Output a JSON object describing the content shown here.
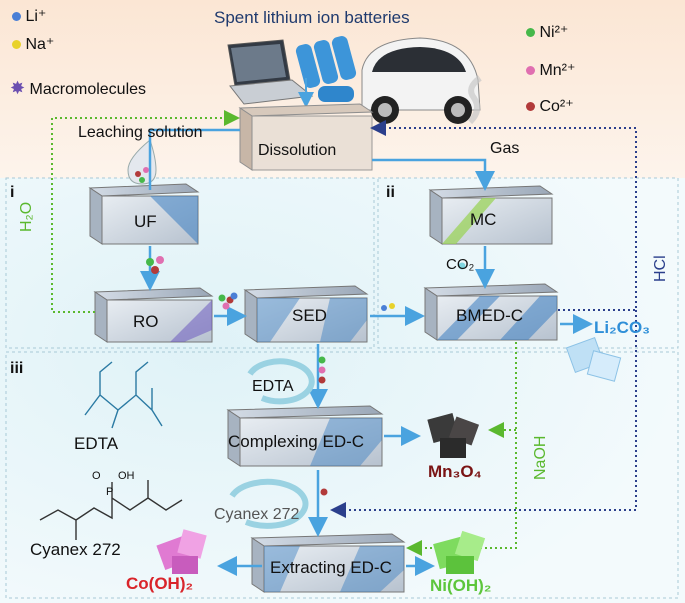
{
  "legend_left": {
    "items": [
      {
        "label": "Li⁺",
        "color": "#4a7fd6"
      },
      {
        "label": "Na⁺",
        "color": "#e8d22b"
      },
      {
        "label": "Macromolecules",
        "color": "#6b4fb0"
      }
    ]
  },
  "legend_right": {
    "items": [
      {
        "label": "Ni²⁺",
        "color": "#46b84a"
      },
      {
        "label": "Mn²⁺",
        "color": "#e06fb0"
      },
      {
        "label": "Co²⁺",
        "color": "#b23a3a"
      }
    ]
  },
  "top": {
    "title": "Spent lithium ion batteries",
    "leaching_label": "Leaching solution",
    "dissolution_label": "Dissolution",
    "gas_label": "Gas"
  },
  "sections": {
    "i": "i",
    "ii": "ii",
    "iii": "iii"
  },
  "tanks": {
    "uf": "UF",
    "ro": "RO",
    "sed": "SED",
    "mc": "MC",
    "bmed": "BMED-C",
    "complexing": "Complexing ED-C",
    "extracting": "Extracting ED-C"
  },
  "flows": {
    "h2o": "H₂O",
    "co2": "CO₂",
    "hcl": "HCl",
    "naoh": "NaOH"
  },
  "reagents": {
    "edta_cycle": "EDTA",
    "edta_label": "EDTA",
    "cyanex_cycle": "Cyanex 272",
    "cyanex_label": "Cyanex 272",
    "p_o": "O",
    "p_oh": "OH",
    "p": "P"
  },
  "products": {
    "li2co3": "Li₂CO₃",
    "mn3o4": "Mn₃O₄",
    "coOH2": "Co(OH)₂",
    "niOH2": "Ni(OH)₂"
  },
  "colors": {
    "arrow_blue": "#4aa3df",
    "dotted_green": "#5ab82e",
    "dotted_navy": "#2b3f8c",
    "mn_product": "#7a1414",
    "co_product": "#d9242a",
    "ni_product": "#5dc63c",
    "li_product": "#2f8fd8"
  }
}
